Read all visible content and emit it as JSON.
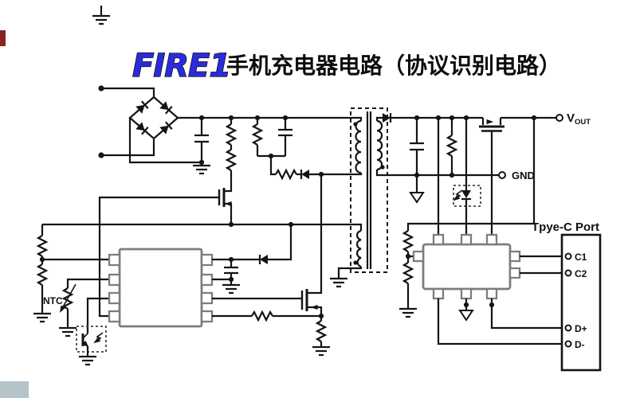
{
  "header": {
    "logo": "FIRE1",
    "title": "手机充电器电路（协议识别电路）"
  },
  "output": {
    "vout_symbol": "V",
    "vout_subscript": "OUT",
    "gnd_label": "GND"
  },
  "primary": {
    "ntc_label": "NTC"
  },
  "port": {
    "title": "Tpye-C Port",
    "pins": {
      "c1": "C1",
      "c2": "C2",
      "dplus": "D+",
      "dminus": "D-"
    }
  },
  "colors": {
    "logo_blue": "#2b2bdb",
    "wire_black": "#141414",
    "ic_outline_gray": "#7d7d7d",
    "watermark_gray": "#b5c3cb",
    "edge_mark_red": "#8b2121"
  }
}
